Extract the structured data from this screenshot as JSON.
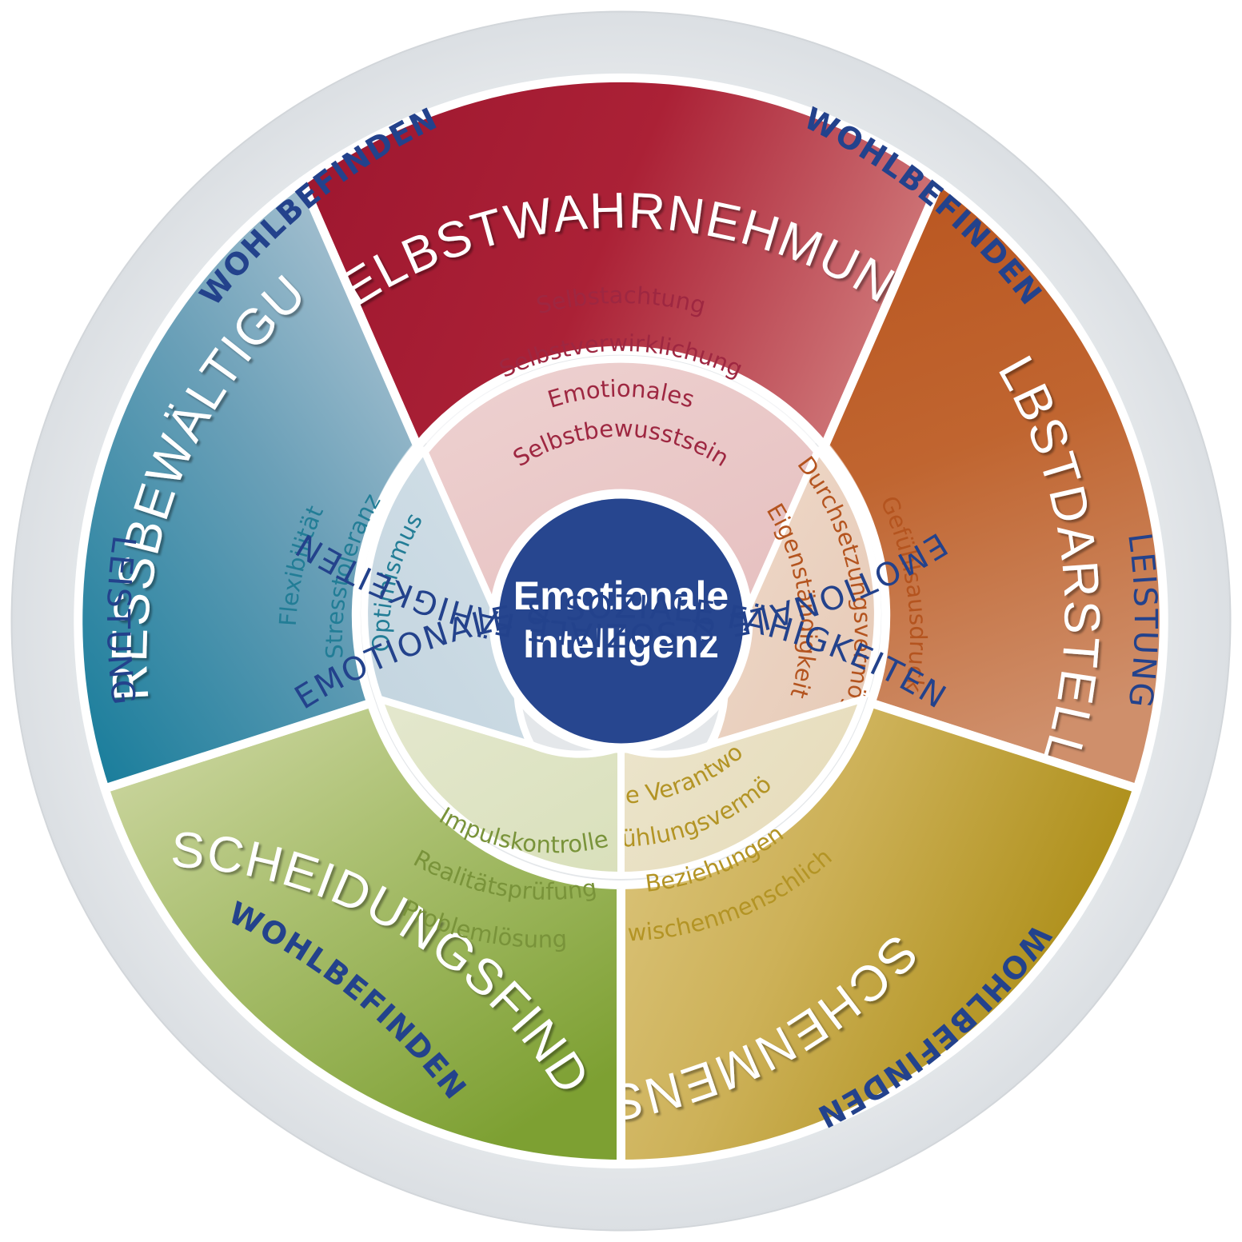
{
  "title": "Emotionale Intelligenz",
  "center": {
    "line1": "Emotionale",
    "line2": "Intelligenz",
    "fill": "#27468f",
    "text_color": "#ffffff"
  },
  "outer_ring": {
    "background": "#e1e4e7",
    "text_color": "#23428c",
    "labels": [
      {
        "text": "EMOTIONALE & SOZIALE FÄHIGKEITEN",
        "position": "top",
        "weight": "regular"
      },
      {
        "text": "WOHLBEFINDEN",
        "position": "upper-right",
        "weight": "bold"
      },
      {
        "text": "LEISTUNG",
        "position": "right",
        "weight": "regular"
      },
      {
        "text": "WOHLBEFINDEN",
        "position": "lower-right",
        "weight": "bold"
      },
      {
        "text": "EMOTIONALE & SOZIALE FÄHIGKEITEN",
        "position": "bottom",
        "weight": "regular"
      },
      {
        "text": "WOHLBEFINDEN",
        "position": "lower-left",
        "weight": "bold"
      },
      {
        "text": "LEISTUNG",
        "position": "left",
        "weight": "regular"
      },
      {
        "text": "WOHLBEFINDEN",
        "position": "upper-left",
        "weight": "bold"
      }
    ]
  },
  "segments": [
    {
      "id": "selbstwahrnehmung",
      "label": "SELBSTWAHRNEHMUNG",
      "label_color": "#ffffff",
      "outer_color_start": "#a01933",
      "outer_color_end": "#c9646a",
      "inner_color_start": "#edcfcd",
      "inner_color_end": "#e8c4c4",
      "sub_text_color": "#9e2741",
      "items": [
        "Selbstachtung",
        "Selbstverwirklichung",
        "Emotionales",
        "Selbstbewusstsein"
      ]
    },
    {
      "id": "selbstdarstellung",
      "label": "SELBSTDARSTELLUNG",
      "label_color": "#ffffff",
      "outer_color_start": "#bb5f2a",
      "outer_color_end": "#cb8a63",
      "inner_color_start": "#ecd4c3",
      "inner_color_end": "#ead0c0",
      "sub_text_color": "#b4541f",
      "items": [
        "Gefühlsausdruck",
        "Durchsetzungsvermögen",
        "Eigenständigkeit"
      ]
    },
    {
      "id": "zwischenmenschlich",
      "label": "ZWISCHENMENSCHLICH",
      "label_color": "#ffffff",
      "outer_color_start": "#d8c173",
      "outer_color_end": "#b29419",
      "inner_color_start": "#ebe4cb",
      "inner_color_end": "#e9e1c4",
      "sub_text_color": "#b39425",
      "items": [
        "Zwischenmenschliche",
        "Beziehungen",
        "Einfühlungsvermögen",
        "Soziale Verantwortung"
      ]
    },
    {
      "id": "entscheidungsfindung",
      "label": "ENTSCHEIDUNGSFINDUNG",
      "label_color": "#ffffff",
      "outer_color_start": "#cdd6a4",
      "outer_color_end": "#7fa233",
      "inner_color_start": "#e1e5c9",
      "inner_color_end": "#dde3c2",
      "sub_text_color": "#79933a",
      "items": [
        "Problemlösung",
        "Realitätsprüfung",
        "Impulskontrolle"
      ]
    },
    {
      "id": "stressbewaeltigung",
      "label": "STRESSBEWÄLTIGUNG",
      "label_color": "#ffffff",
      "outer_color_start": "#a9c3d2",
      "outer_color_end": "#1d7f9d",
      "inner_color_start": "#cfdde5",
      "inner_color_end": "#c6d7e1",
      "sub_text_color": "#227d96",
      "items": [
        "Flexibilität",
        "Stresstoleranz",
        "Optimismus"
      ]
    }
  ]
}
